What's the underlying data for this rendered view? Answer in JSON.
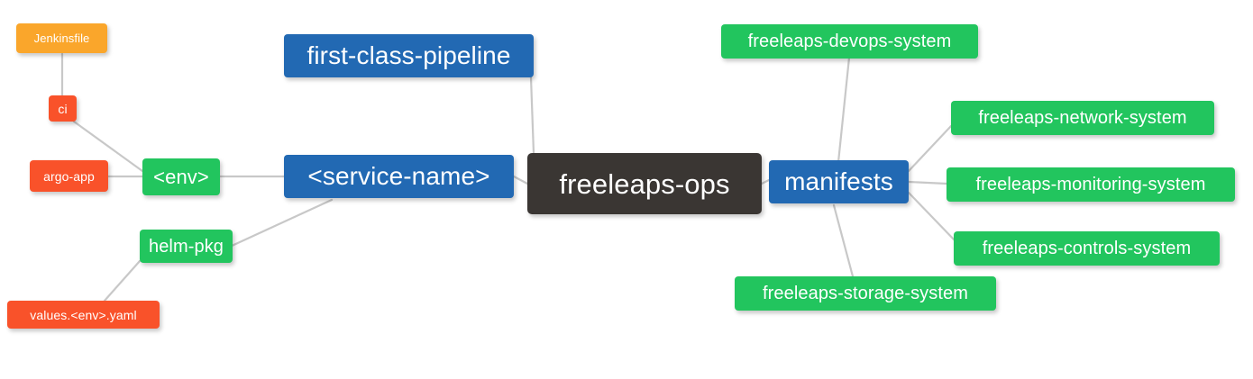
{
  "diagram": {
    "type": "mind-map",
    "title": "freeleaps-ops",
    "background": "#ffffff",
    "edge_color": "#c8c8c8",
    "palette": {
      "root": "#3a3633",
      "blue": "#2269b3",
      "green": "#22c55e",
      "orange": "#faa62b",
      "red": "#f9522a"
    }
  },
  "nodes": {
    "root": {
      "label": "freeleaps-ops",
      "color": "#3a3633"
    },
    "service_name": {
      "label": "<service-name>",
      "color": "#2269b3"
    },
    "first_class_pipeline": {
      "label": "first-class-pipeline",
      "color": "#2269b3"
    },
    "env": {
      "label": "<env>",
      "color": "#22c55e"
    },
    "ci": {
      "label": "ci",
      "color": "#f9522a"
    },
    "jenkinsfile": {
      "label": "Jenkinsfile",
      "color": "#faa62b"
    },
    "argo_app": {
      "label": "argo-app",
      "color": "#f9522a"
    },
    "helm_pkg": {
      "label": "helm-pkg",
      "color": "#22c55e"
    },
    "values_yaml": {
      "label": "values.<env>.yaml",
      "color": "#f9522a"
    },
    "manifests": {
      "label": "manifests",
      "color": "#2269b3"
    },
    "devops_system": {
      "label": "freeleaps-devops-system",
      "color": "#22c55e"
    },
    "network_system": {
      "label": "freeleaps-network-system",
      "color": "#22c55e"
    },
    "monitoring_system": {
      "label": "freeleaps-monitoring-system",
      "color": "#22c55e"
    },
    "controls_system": {
      "label": "freeleaps-controls-system",
      "color": "#22c55e"
    },
    "storage_system": {
      "label": "freeleaps-storage-system",
      "color": "#22c55e"
    }
  }
}
